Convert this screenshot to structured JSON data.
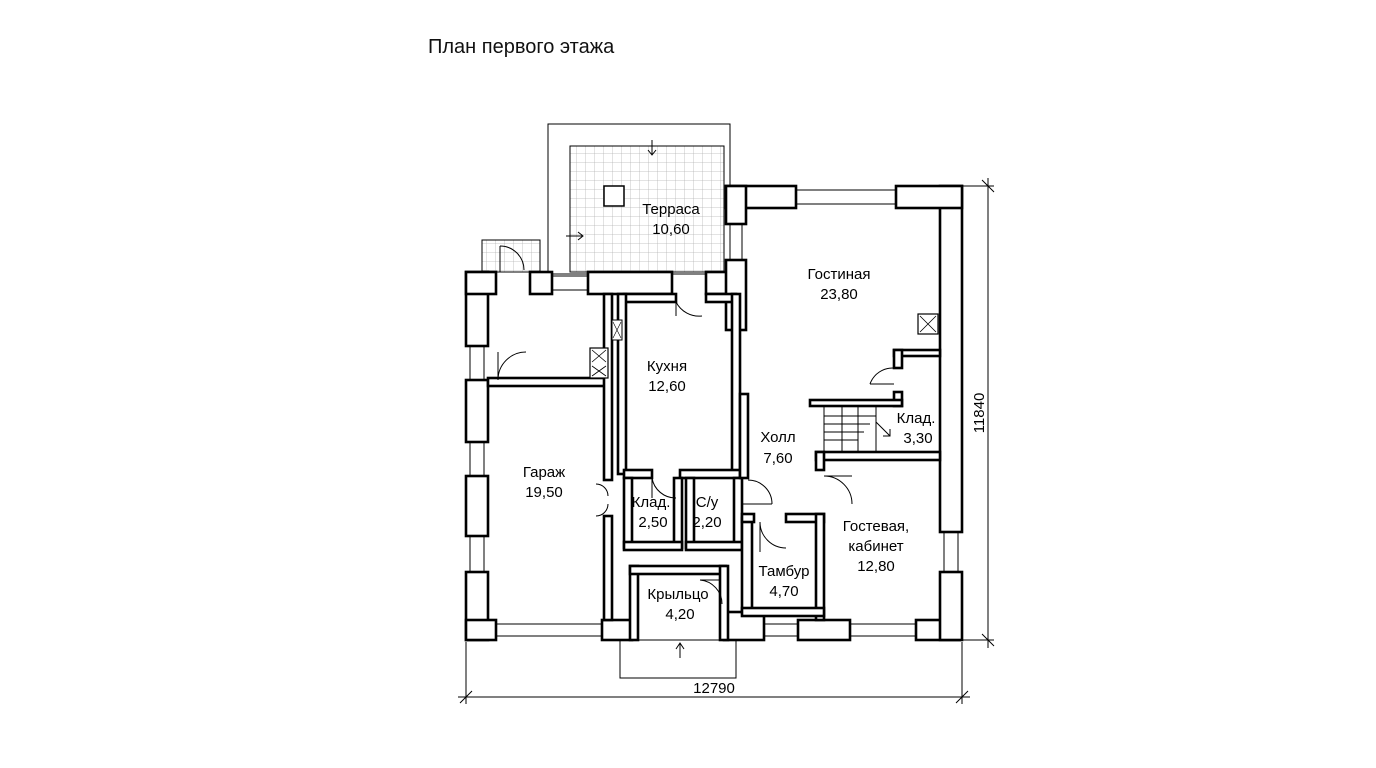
{
  "title": "План первого этажа",
  "rooms": [
    {
      "id": "terrace",
      "name": "Терраса",
      "area": "10,60"
    },
    {
      "id": "living",
      "name": "Гостиная",
      "area": "23,80"
    },
    {
      "id": "kitchen",
      "name": "Кухня",
      "area": "12,60"
    },
    {
      "id": "hall",
      "name": "Холл",
      "area": "7,60"
    },
    {
      "id": "storage-upper",
      "name": "Клад.",
      "area": "3,30"
    },
    {
      "id": "garage",
      "name": "Гараж",
      "area": "19,50"
    },
    {
      "id": "storage-lower",
      "name": "Клад.",
      "area": "2,50"
    },
    {
      "id": "bathroom",
      "name": "С/у",
      "area": "2,20"
    },
    {
      "id": "guest",
      "name": "Гостевая, кабинет",
      "name_lines": [
        "Гостевая,",
        "кабинет"
      ],
      "area": "12,80"
    },
    {
      "id": "vestibule",
      "name": "Тамбур",
      "area": "4,70"
    },
    {
      "id": "porch",
      "name": "Крыльцо",
      "area": "4,20"
    }
  ],
  "dimensions": {
    "width": "12790",
    "height": "11840"
  }
}
